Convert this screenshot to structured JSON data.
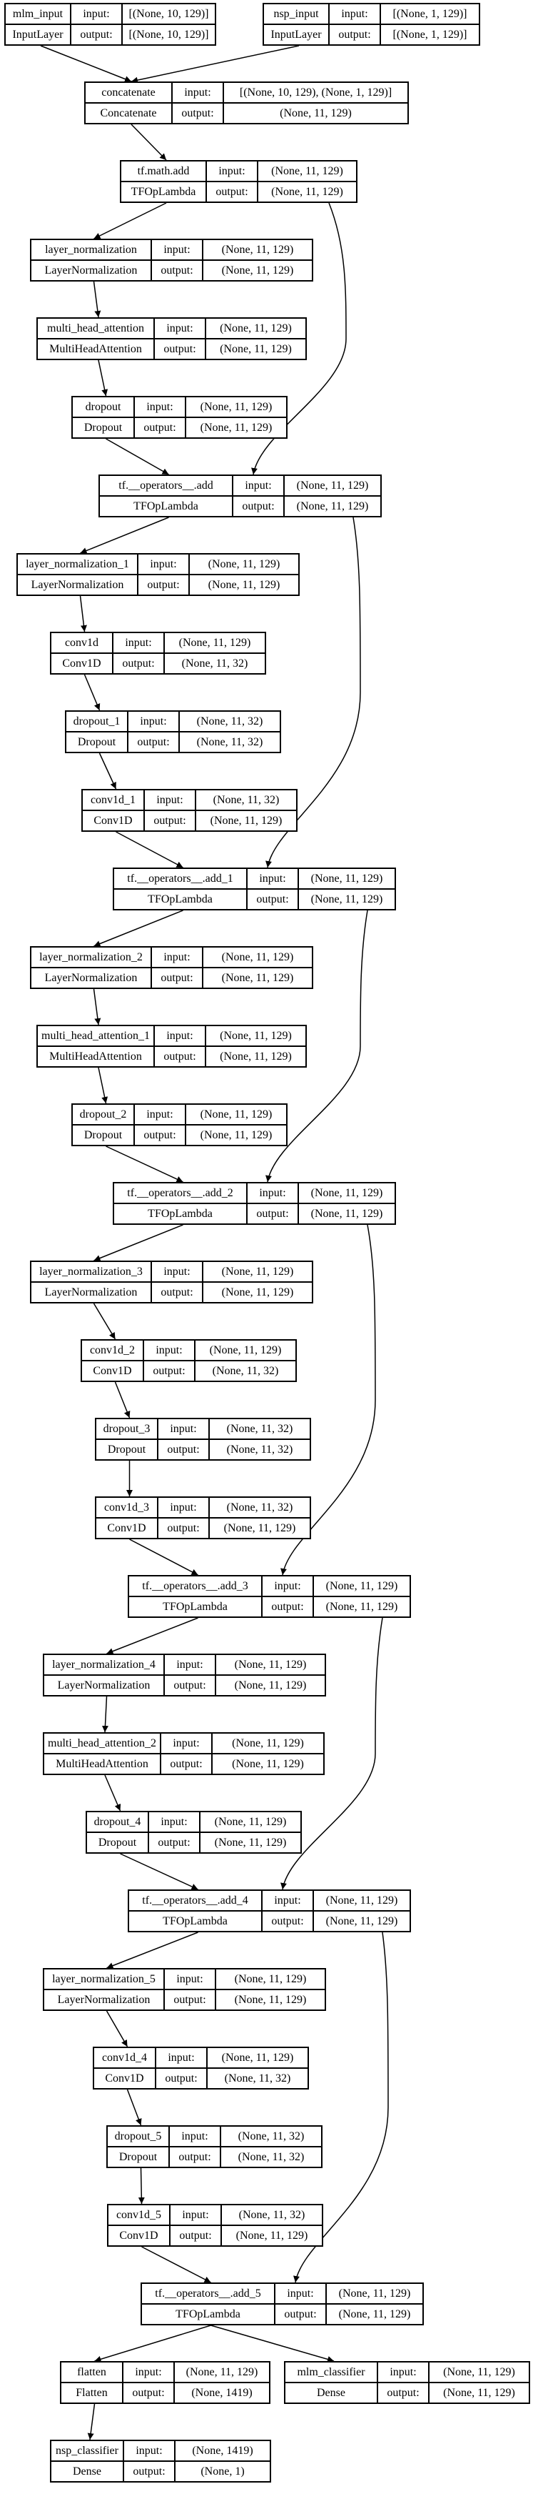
{
  "nodes": [
    {
      "id": "mlm_input",
      "name": "mlm_input",
      "type": "InputLayer",
      "input_label": "input:",
      "output_label": "output:",
      "input": "[(None, 10, 129)]",
      "output": "[(None, 10, 129)]"
    },
    {
      "id": "nsp_input",
      "name": "nsp_input",
      "type": "InputLayer",
      "input_label": "input:",
      "output_label": "output:",
      "input": "[(None, 1, 129)]",
      "output": "[(None, 1, 129)]"
    },
    {
      "id": "concatenate",
      "name": "concatenate",
      "type": "Concatenate",
      "input_label": "input:",
      "output_label": "output:",
      "input": "[(None, 10, 129), (None, 1, 129)]",
      "output": "(None, 11, 129)"
    },
    {
      "id": "tf_math_add",
      "name": "tf.math.add",
      "type": "TFOpLambda",
      "input_label": "input:",
      "output_label": "output:",
      "input": "(None, 11, 129)",
      "output": "(None, 11, 129)"
    },
    {
      "id": "layer_normalization",
      "name": "layer_normalization",
      "type": "LayerNormalization",
      "input_label": "input:",
      "output_label": "output:",
      "input": "(None, 11, 129)",
      "output": "(None, 11, 129)"
    },
    {
      "id": "multi_head_attention",
      "name": "multi_head_attention",
      "type": "MultiHeadAttention",
      "input_label": "input:",
      "output_label": "output:",
      "input": "(None, 11, 129)",
      "output": "(None, 11, 129)"
    },
    {
      "id": "dropout",
      "name": "dropout",
      "type": "Dropout",
      "input_label": "input:",
      "output_label": "output:",
      "input": "(None, 11, 129)",
      "output": "(None, 11, 129)"
    },
    {
      "id": "add",
      "name": "tf.__operators__.add",
      "type": "TFOpLambda",
      "input_label": "input:",
      "output_label": "output:",
      "input": "(None, 11, 129)",
      "output": "(None, 11, 129)"
    },
    {
      "id": "layer_normalization_1",
      "name": "layer_normalization_1",
      "type": "LayerNormalization",
      "input_label": "input:",
      "output_label": "output:",
      "input": "(None, 11, 129)",
      "output": "(None, 11, 129)"
    },
    {
      "id": "conv1d",
      "name": "conv1d",
      "type": "Conv1D",
      "input_label": "input:",
      "output_label": "output:",
      "input": "(None, 11, 129)",
      "output": "(None, 11, 32)"
    },
    {
      "id": "dropout_1",
      "name": "dropout_1",
      "type": "Dropout",
      "input_label": "input:",
      "output_label": "output:",
      "input": "(None, 11, 32)",
      "output": "(None, 11, 32)"
    },
    {
      "id": "conv1d_1",
      "name": "conv1d_1",
      "type": "Conv1D",
      "input_label": "input:",
      "output_label": "output:",
      "input": "(None, 11, 32)",
      "output": "(None, 11, 129)"
    },
    {
      "id": "add_1",
      "name": "tf.__operators__.add_1",
      "type": "TFOpLambda",
      "input_label": "input:",
      "output_label": "output:",
      "input": "(None, 11, 129)",
      "output": "(None, 11, 129)"
    },
    {
      "id": "layer_normalization_2",
      "name": "layer_normalization_2",
      "type": "LayerNormalization",
      "input_label": "input:",
      "output_label": "output:",
      "input": "(None, 11, 129)",
      "output": "(None, 11, 129)"
    },
    {
      "id": "multi_head_attention_1",
      "name": "multi_head_attention_1",
      "type": "MultiHeadAttention",
      "input_label": "input:",
      "output_label": "output:",
      "input": "(None, 11, 129)",
      "output": "(None, 11, 129)"
    },
    {
      "id": "dropout_2",
      "name": "dropout_2",
      "type": "Dropout",
      "input_label": "input:",
      "output_label": "output:",
      "input": "(None, 11, 129)",
      "output": "(None, 11, 129)"
    },
    {
      "id": "add_2",
      "name": "tf.__operators__.add_2",
      "type": "TFOpLambda",
      "input_label": "input:",
      "output_label": "output:",
      "input": "(None, 11, 129)",
      "output": "(None, 11, 129)"
    },
    {
      "id": "layer_normalization_3",
      "name": "layer_normalization_3",
      "type": "LayerNormalization",
      "input_label": "input:",
      "output_label": "output:",
      "input": "(None, 11, 129)",
      "output": "(None, 11, 129)"
    },
    {
      "id": "conv1d_2",
      "name": "conv1d_2",
      "type": "Conv1D",
      "input_label": "input:",
      "output_label": "output:",
      "input": "(None, 11, 129)",
      "output": "(None, 11, 32)"
    },
    {
      "id": "dropout_3",
      "name": "dropout_3",
      "type": "Dropout",
      "input_label": "input:",
      "output_label": "output:",
      "input": "(None, 11, 32)",
      "output": "(None, 11, 32)"
    },
    {
      "id": "conv1d_3",
      "name": "conv1d_3",
      "type": "Conv1D",
      "input_label": "input:",
      "output_label": "output:",
      "input": "(None, 11, 32)",
      "output": "(None, 11, 129)"
    },
    {
      "id": "add_3",
      "name": "tf.__operators__.add_3",
      "type": "TFOpLambda",
      "input_label": "input:",
      "output_label": "output:",
      "input": "(None, 11, 129)",
      "output": "(None, 11, 129)"
    },
    {
      "id": "layer_normalization_4",
      "name": "layer_normalization_4",
      "type": "LayerNormalization",
      "input_label": "input:",
      "output_label": "output:",
      "input": "(None, 11, 129)",
      "output": "(None, 11, 129)"
    },
    {
      "id": "multi_head_attention_2",
      "name": "multi_head_attention_2",
      "type": "MultiHeadAttention",
      "input_label": "input:",
      "output_label": "output:",
      "input": "(None, 11, 129)",
      "output": "(None, 11, 129)"
    },
    {
      "id": "dropout_4",
      "name": "dropout_4",
      "type": "Dropout",
      "input_label": "input:",
      "output_label": "output:",
      "input": "(None, 11, 129)",
      "output": "(None, 11, 129)"
    },
    {
      "id": "add_4",
      "name": "tf.__operators__.add_4",
      "type": "TFOpLambda",
      "input_label": "input:",
      "output_label": "output:",
      "input": "(None, 11, 129)",
      "output": "(None, 11, 129)"
    },
    {
      "id": "layer_normalization_5",
      "name": "layer_normalization_5",
      "type": "LayerNormalization",
      "input_label": "input:",
      "output_label": "output:",
      "input": "(None, 11, 129)",
      "output": "(None, 11, 129)"
    },
    {
      "id": "conv1d_4",
      "name": "conv1d_4",
      "type": "Conv1D",
      "input_label": "input:",
      "output_label": "output:",
      "input": "(None, 11, 129)",
      "output": "(None, 11, 32)"
    },
    {
      "id": "dropout_5",
      "name": "dropout_5",
      "type": "Dropout",
      "input_label": "input:",
      "output_label": "output:",
      "input": "(None, 11, 32)",
      "output": "(None, 11, 32)"
    },
    {
      "id": "conv1d_5",
      "name": "conv1d_5",
      "type": "Conv1D",
      "input_label": "input:",
      "output_label": "output:",
      "input": "(None, 11, 32)",
      "output": "(None, 11, 129)"
    },
    {
      "id": "add_5",
      "name": "tf.__operators__.add_5",
      "type": "TFOpLambda",
      "input_label": "input:",
      "output_label": "output:",
      "input": "(None, 11, 129)",
      "output": "(None, 11, 129)"
    },
    {
      "id": "flatten",
      "name": "flatten",
      "type": "Flatten",
      "input_label": "input:",
      "output_label": "output:",
      "input": "(None, 11, 129)",
      "output": "(None, 1419)"
    },
    {
      "id": "mlm_classifier",
      "name": "mlm_classifier",
      "type": "Dense",
      "input_label": "input:",
      "output_label": "output:",
      "input": "(None, 11, 129)",
      "output": "(None, 11, 129)"
    },
    {
      "id": "nsp_classifier",
      "name": "nsp_classifier",
      "type": "Dense",
      "input_label": "input:",
      "output_label": "output:",
      "input": "(None, 1419)",
      "output": "(None, 1)"
    }
  ],
  "edges": [
    [
      "mlm_input",
      "concatenate"
    ],
    [
      "nsp_input",
      "concatenate"
    ],
    [
      "concatenate",
      "tf_math_add"
    ],
    [
      "tf_math_add",
      "layer_normalization"
    ],
    [
      "tf_math_add",
      "add"
    ],
    [
      "layer_normalization",
      "multi_head_attention"
    ],
    [
      "multi_head_attention",
      "dropout"
    ],
    [
      "dropout",
      "add"
    ],
    [
      "add",
      "layer_normalization_1"
    ],
    [
      "add",
      "add_1"
    ],
    [
      "layer_normalization_1",
      "conv1d"
    ],
    [
      "conv1d",
      "dropout_1"
    ],
    [
      "dropout_1",
      "conv1d_1"
    ],
    [
      "conv1d_1",
      "add_1"
    ],
    [
      "add_1",
      "layer_normalization_2"
    ],
    [
      "add_1",
      "add_2"
    ],
    [
      "layer_normalization_2",
      "multi_head_attention_1"
    ],
    [
      "multi_head_attention_1",
      "dropout_2"
    ],
    [
      "dropout_2",
      "add_2"
    ],
    [
      "add_2",
      "layer_normalization_3"
    ],
    [
      "add_2",
      "add_3"
    ],
    [
      "layer_normalization_3",
      "conv1d_2"
    ],
    [
      "conv1d_2",
      "dropout_3"
    ],
    [
      "dropout_3",
      "conv1d_3"
    ],
    [
      "conv1d_3",
      "add_3"
    ],
    [
      "add_3",
      "layer_normalization_4"
    ],
    [
      "add_3",
      "add_4"
    ],
    [
      "layer_normalization_4",
      "multi_head_attention_2"
    ],
    [
      "multi_head_attention_2",
      "dropout_4"
    ],
    [
      "dropout_4",
      "add_4"
    ],
    [
      "add_4",
      "layer_normalization_5"
    ],
    [
      "add_4",
      "add_5"
    ],
    [
      "layer_normalization_5",
      "conv1d_4"
    ],
    [
      "conv1d_4",
      "dropout_5"
    ],
    [
      "dropout_5",
      "conv1d_5"
    ],
    [
      "conv1d_5",
      "add_5"
    ],
    [
      "add_5",
      "flatten"
    ],
    [
      "add_5",
      "mlm_classifier"
    ],
    [
      "flatten",
      "nsp_classifier"
    ]
  ]
}
